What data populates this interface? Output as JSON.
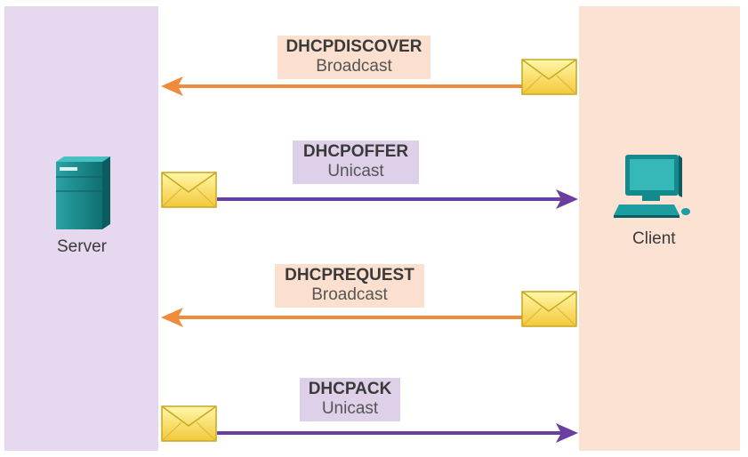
{
  "lanes": {
    "server": {
      "label": "Server"
    },
    "client": {
      "label": "Client"
    }
  },
  "messages": [
    {
      "name": "DHCPDISCOVER",
      "mode": "Broadcast",
      "direction": "client-to-server",
      "color": "#f08a3c"
    },
    {
      "name": "DHCPOFFER",
      "mode": "Unicast",
      "direction": "server-to-client",
      "color": "#6b3fa0"
    },
    {
      "name": "DHCPREQUEST",
      "mode": "Broadcast",
      "direction": "client-to-server",
      "color": "#f08a3c"
    },
    {
      "name": "DHCPACK",
      "mode": "Unicast",
      "direction": "server-to-client",
      "color": "#6b3fa0"
    }
  ],
  "icons": [
    "server-icon",
    "client-computer-icon",
    "envelope-icon"
  ]
}
